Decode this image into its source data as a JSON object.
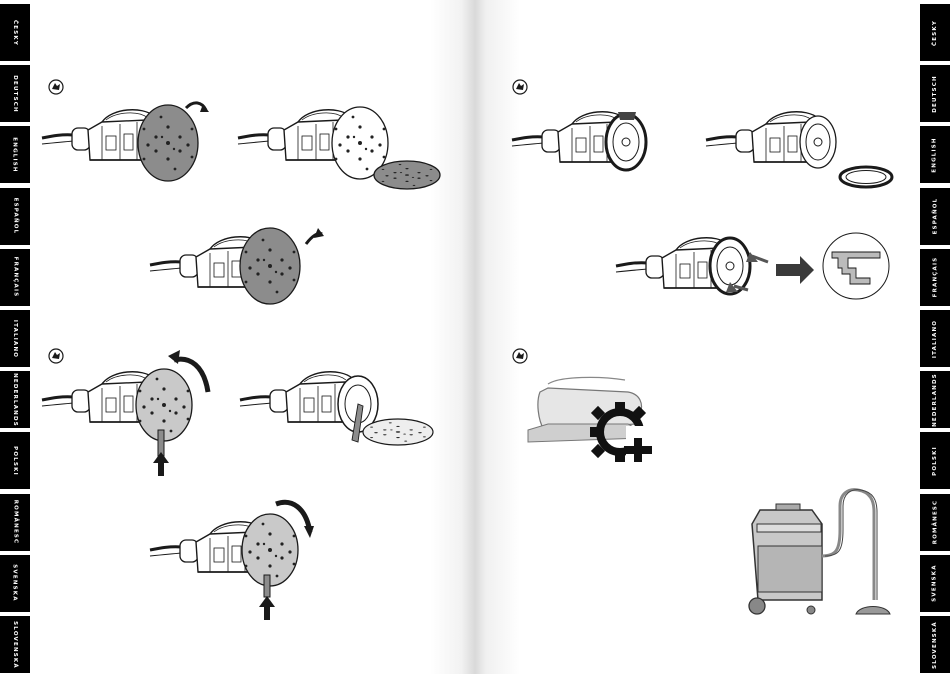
{
  "language_tabs": [
    "ČESKY",
    "DEUTSCH",
    "ENGLISH",
    "ESPAÑOL",
    "FRANÇAIS",
    "ITALIANO",
    "NEDERLANDS",
    "POLSKI",
    "ROMÂNESC",
    "SVENSKA",
    "SLOVENSKÁ"
  ],
  "icons": {
    "hand_symbol": "hand-pointer-icon",
    "sander": "orbital-sander-icon",
    "service": "service-gear-plus-icon",
    "vacuum": "wet-dry-vacuum-icon"
  },
  "colors": {
    "tab_bg": "#000000",
    "tab_text": "#ffffff",
    "drawing": "#1a1a1a",
    "pad_gray": "#8c8c8c"
  }
}
